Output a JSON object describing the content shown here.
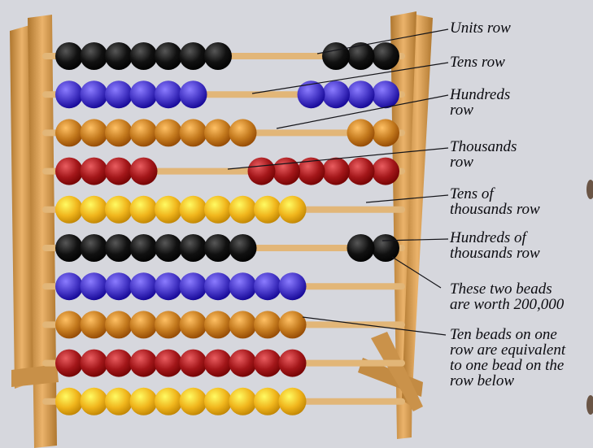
{
  "colors": {
    "background": "#d6d7dd",
    "black_bead": "#111111",
    "blue_bead": "#4536c6",
    "orange_bead": "#c47a1e",
    "red_bead": "#a4171a",
    "yellow_bead": "#f0b51c",
    "wood": "#d29a52",
    "rod": "#e2b678"
  },
  "abacus": {
    "rows": [
      {
        "color": "black_bead",
        "left_beads": 7,
        "right_beads": 3
      },
      {
        "color": "blue_bead",
        "left_beads": 6,
        "right_beads": 4
      },
      {
        "color": "orange_bead",
        "left_beads": 8,
        "right_beads": 2
      },
      {
        "color": "red_bead",
        "left_beads": 4,
        "right_beads": 6
      },
      {
        "color": "yellow_bead",
        "left_beads": 10,
        "right_beads": 0
      },
      {
        "color": "black_bead",
        "left_beads": 8,
        "right_beads": 2
      },
      {
        "color": "blue_bead",
        "left_beads": 10,
        "right_beads": 0
      },
      {
        "color": "orange_bead",
        "left_beads": 10,
        "right_beads": 0
      },
      {
        "color": "red_bead",
        "left_beads": 10,
        "right_beads": 0
      },
      {
        "color": "yellow_bead",
        "left_beads": 10,
        "right_beads": 0
      }
    ]
  },
  "labels": [
    {
      "id": "units",
      "lines": [
        "Units row"
      ]
    },
    {
      "id": "tens",
      "lines": [
        "Tens row"
      ]
    },
    {
      "id": "hundreds",
      "lines": [
        "Hundreds",
        "row"
      ]
    },
    {
      "id": "thousands",
      "lines": [
        "Thousands",
        "row"
      ]
    },
    {
      "id": "tens-thousands",
      "lines": [
        "Tens of",
        "thousands row"
      ]
    },
    {
      "id": "hundreds-thousands",
      "lines": [
        "Hundreds of",
        "thousands row"
      ]
    },
    {
      "id": "two-beads",
      "lines": [
        "These two beads",
        "are worth 200,000"
      ]
    },
    {
      "id": "ten-beads",
      "lines": [
        "Ten beads on one",
        "row are equivalent",
        "to one bead on the",
        "row below"
      ]
    }
  ]
}
